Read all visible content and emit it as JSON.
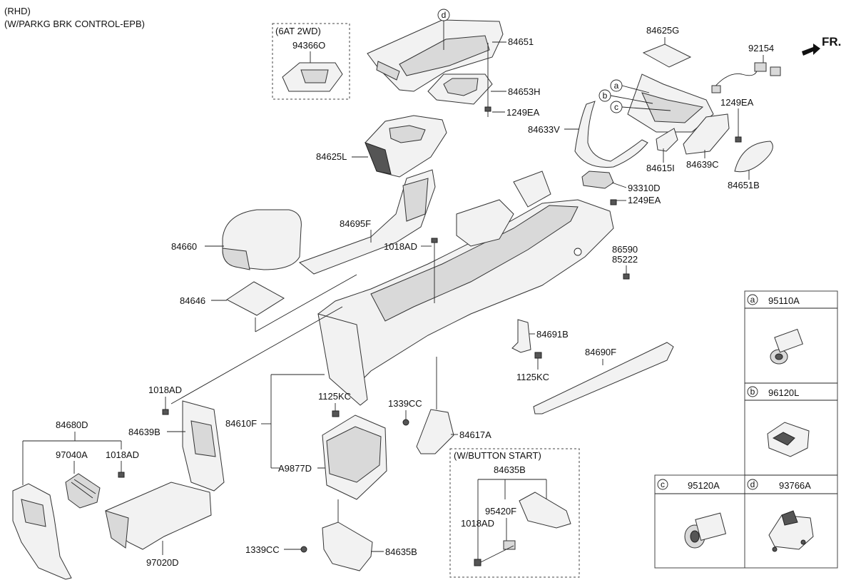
{
  "notes": {
    "line1": "(RHD)",
    "line2": "(W/PARKG BRK CONTROL-EPB)"
  },
  "direction": {
    "label": "FR."
  },
  "group_boxes": {
    "box_6at": {
      "title": "(6AT 2WD)"
    },
    "box_button": {
      "title": "(W/BUTTON START)"
    }
  },
  "parts": {
    "p94366O": "94366O",
    "p84651": "84651",
    "p84653H": "84653H",
    "p1249EA_a": "1249EA",
    "p84625G": "84625G",
    "p92154": "92154",
    "p1249EA_b": "1249EA",
    "p84633V": "84633V",
    "p84615I": "84615I",
    "p84639C": "84639C",
    "p84651B": "84651B",
    "p84625L": "84625L",
    "p93310D": "93310D",
    "p1249EA_c": "1249EA",
    "p84695F": "84695F",
    "p84660": "84660",
    "p1018AD_a": "1018AD",
    "p86590": "86590",
    "p85222": "85222",
    "p84646": "84646",
    "p84691B": "84691B",
    "p84690F": "84690F",
    "p1125KC_a": "1125KC",
    "p1018AD_b": "1018AD",
    "p1125KC_b": "1125KC",
    "p84639B": "84639B",
    "p84610F": "84610F",
    "p1339CC_a": "1339CC",
    "p84617A": "84617A",
    "p84680D": "84680D",
    "p97040A": "97040A",
    "p1018AD_c": "1018AD",
    "pA9877D": "A9877D",
    "p84635B_a": "84635B",
    "p95420F": "95420F",
    "p1018AD_d": "1018AD",
    "p97020D": "97020D",
    "p1339CC_b": "1339CC",
    "p84635B_b": "84635B"
  },
  "callouts": {
    "a": "a",
    "b": "b",
    "c": "c",
    "d": "d"
  },
  "legend": [
    {
      "letter": "a",
      "part": "95110A"
    },
    {
      "letter": "b",
      "part": "96120L"
    },
    {
      "letter": "c",
      "part": "95120A"
    },
    {
      "letter": "d",
      "part": "93766A"
    }
  ]
}
